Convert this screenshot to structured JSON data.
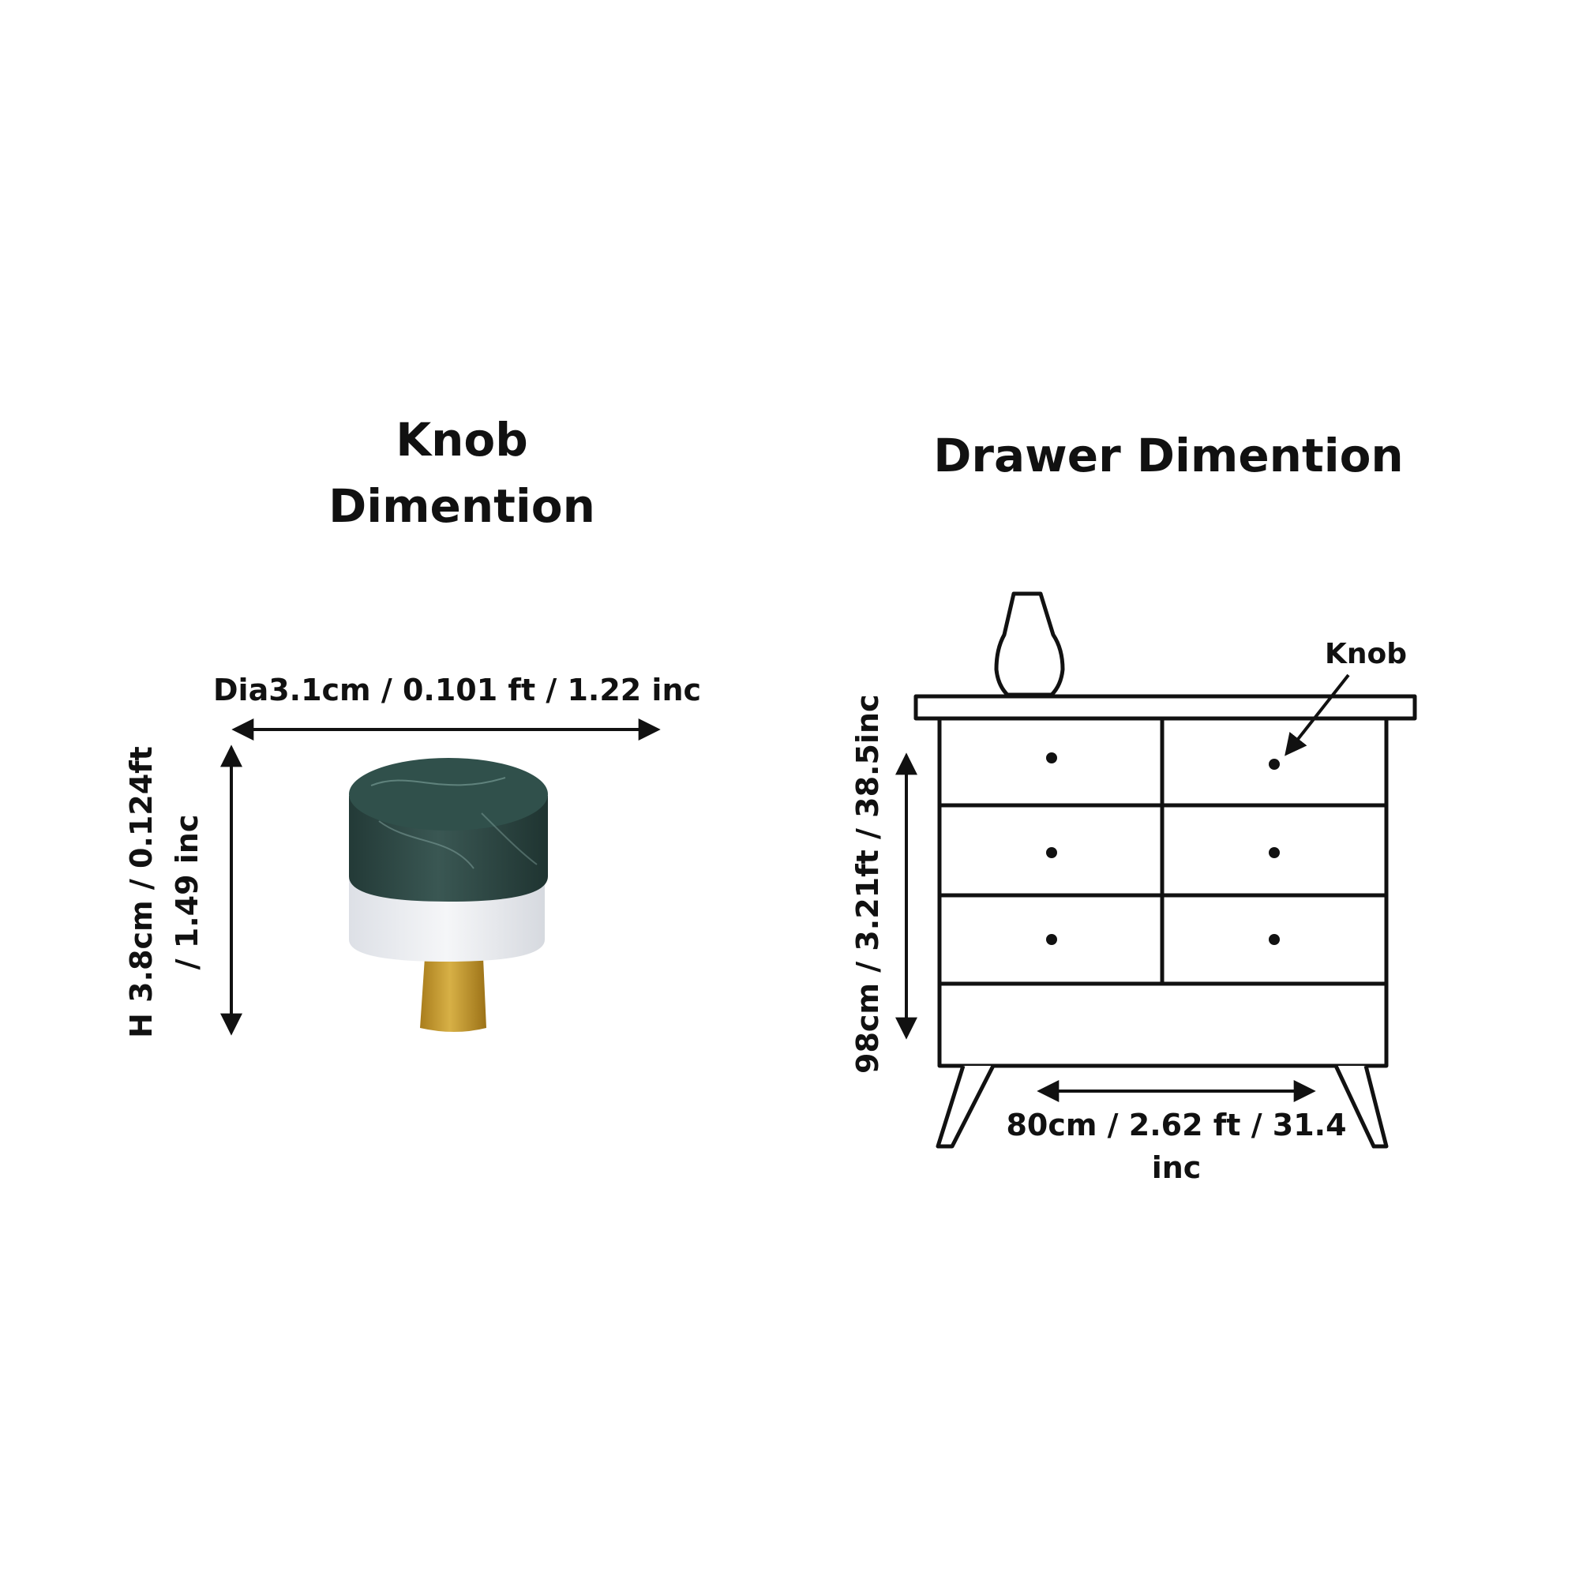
{
  "knob_section": {
    "title_line1": "Knob",
    "title_line2": "Dimention",
    "diameter_label": "Dia3.1cm / 0.101 ft / 1.22 inc",
    "height_label": "H 3.8cm / 0.124ft / 1.49 inc",
    "colors": {
      "marble": "#2f4a46",
      "resin": "#eef0f3",
      "brass": "#c49a2c"
    }
  },
  "drawer_section": {
    "title": "Drawer Dimention",
    "height_label": "98cm / 3.21ft / 38.5inc",
    "width_label": "80cm / 2.62 ft / 31.4 inc",
    "knob_callout": "Knob"
  }
}
